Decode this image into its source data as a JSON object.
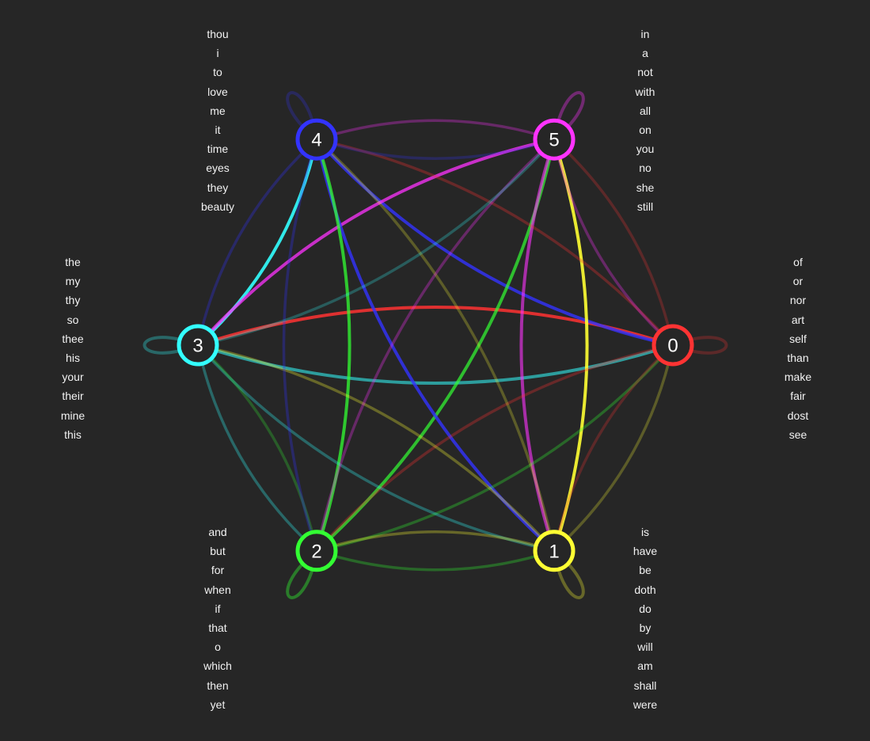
{
  "nodes": [
    {
      "id": "0",
      "color": "#ff3333",
      "words": [
        "of",
        "or",
        "nor",
        "art",
        "self",
        "than",
        "make",
        "fair",
        "dost",
        "see"
      ]
    },
    {
      "id": "1",
      "color": "#ffff33",
      "words": [
        "is",
        "have",
        "be",
        "doth",
        "do",
        "by",
        "will",
        "am",
        "shall",
        "were"
      ]
    },
    {
      "id": "2",
      "color": "#33ff33",
      "words": [
        "and",
        "but",
        "for",
        "when",
        "if",
        "that",
        "o",
        "which",
        "then",
        "yet"
      ]
    },
    {
      "id": "3",
      "color": "#33ffff",
      "words": [
        "the",
        "my",
        "thy",
        "so",
        "thee",
        "his",
        "your",
        "their",
        "mine",
        "this"
      ]
    },
    {
      "id": "4",
      "color": "#3333ff",
      "words": [
        "thou",
        "i",
        "to",
        "love",
        "me",
        "it",
        "time",
        "eyes",
        "they",
        "beauty"
      ]
    },
    {
      "id": "5",
      "color": "#ff33ff",
      "words": [
        "in",
        "a",
        "not",
        "with",
        "all",
        "on",
        "you",
        "no",
        "she",
        "still"
      ]
    }
  ],
  "edges": [
    {
      "from": "0",
      "to": "3",
      "strength": 0.85
    },
    {
      "from": "3",
      "to": "0",
      "strength": 0.55
    },
    {
      "from": "4",
      "to": "0",
      "strength": 0.8
    },
    {
      "from": "3",
      "to": "4",
      "strength": 0.9
    },
    {
      "from": "5",
      "to": "3",
      "strength": 0.75
    },
    {
      "from": "2",
      "to": "5",
      "strength": 0.7
    },
    {
      "from": "1",
      "to": "5",
      "strength": 0.9
    },
    {
      "from": "4",
      "to": "1",
      "strength": 0.8
    },
    {
      "from": "2",
      "to": "4",
      "strength": 0.75
    },
    {
      "from": "5",
      "to": "1",
      "strength": 0.6
    },
    {
      "from": "0",
      "to": "2",
      "strength": 0.3
    },
    {
      "from": "2",
      "to": "0",
      "strength": 0.3
    },
    {
      "from": "1",
      "to": "3",
      "strength": 0.3
    },
    {
      "from": "3",
      "to": "1",
      "strength": 0.3
    },
    {
      "from": "2",
      "to": "1",
      "strength": 0.3
    },
    {
      "from": "1",
      "to": "2",
      "strength": 0.3
    },
    {
      "from": "0",
      "to": "4",
      "strength": 0.3
    },
    {
      "from": "5",
      "to": "0",
      "strength": 0.3
    },
    {
      "from": "0",
      "to": "5",
      "strength": 0.25
    },
    {
      "from": "4",
      "to": "3",
      "strength": 0.3
    },
    {
      "from": "3",
      "to": "2",
      "strength": 0.3
    },
    {
      "from": "2",
      "to": "3",
      "strength": 0.25
    },
    {
      "from": "4",
      "to": "2",
      "strength": 0.3
    },
    {
      "from": "1",
      "to": "4",
      "strength": 0.25
    },
    {
      "from": "5",
      "to": "2",
      "strength": 0.3
    },
    {
      "from": "0",
      "to": "1",
      "strength": 0.25
    },
    {
      "from": "1",
      "to": "0",
      "strength": 0.25
    },
    {
      "from": "3",
      "to": "5",
      "strength": 0.25
    },
    {
      "from": "5",
      "to": "4",
      "strength": 0.3
    },
    {
      "from": "4",
      "to": "5",
      "strength": 0.25
    }
  ],
  "self_loops": [
    {
      "node": "0",
      "strength": 0.25
    },
    {
      "node": "1",
      "strength": 0.3
    },
    {
      "node": "2",
      "strength": 0.4
    },
    {
      "node": "3",
      "strength": 0.3
    },
    {
      "node": "4",
      "strength": 0.25
    },
    {
      "node": "5",
      "strength": 0.35
    }
  ]
}
